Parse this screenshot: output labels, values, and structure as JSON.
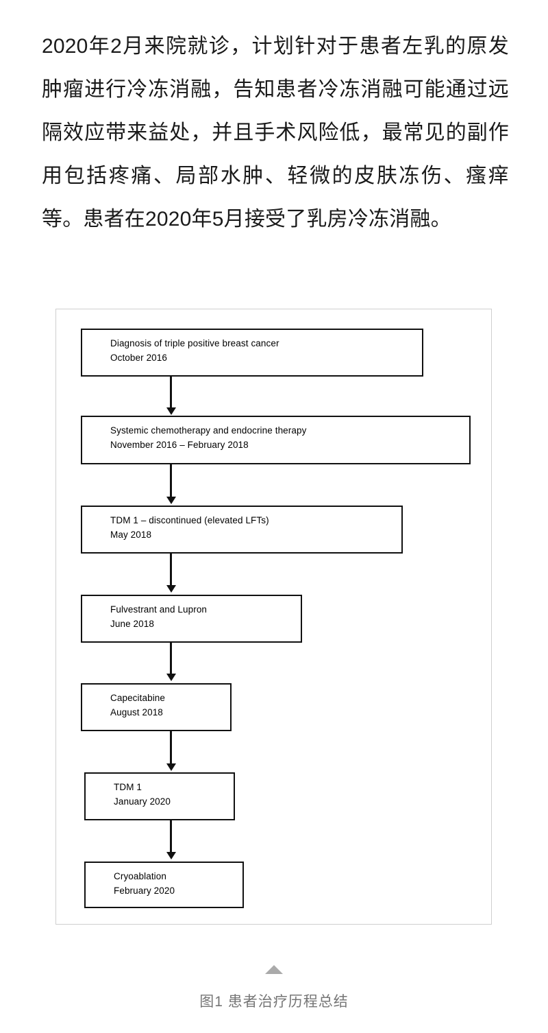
{
  "article": {
    "body_text": "2020年2月来院就诊，计划针对于患者左乳的原发肿瘤进行冷冻消融，告知患者冷冻消融可能通过远隔效应带来益处，并且手术风险低，最常见的副作用包括疼痛、局部水肿、轻微的皮肤冻伤、瘙痒等。患者在2020年5月接受了乳房冷冻消融。"
  },
  "figure": {
    "caption": "图1  患者治疗历程总结",
    "collapse_marker_icon": "triangle-up-icon",
    "border_color": "#cfcfcf",
    "box_border_color": "#111111",
    "arrow_color": "#111111",
    "caption_color": "#767676",
    "marker_color": "#aaaaaa"
  },
  "chart_data": {
    "type": "flowchart",
    "title": "图1  患者治疗历程总结",
    "orientation": "vertical-top-down",
    "nodes": [
      {
        "id": "node-1",
        "line1": "Diagnosis of triple positive breast cancer",
        "line2": "October 2016"
      },
      {
        "id": "node-2",
        "line1": "Systemic chemotherapy and endocrine therapy",
        "line2": "November 2016 – February 2018"
      },
      {
        "id": "node-3",
        "line1": "TDM 1 – discontinued (elevated LFTs)",
        "line2": "May 2018"
      },
      {
        "id": "node-4",
        "line1": "Fulvestrant and Lupron",
        "line2": "June 2018"
      },
      {
        "id": "node-5",
        "line1": "Capecitabine",
        "line2": "August 2018"
      },
      {
        "id": "node-6",
        "line1": "TDM 1",
        "line2": "January 2020"
      },
      {
        "id": "node-7",
        "line1": "Cryoablation",
        "line2": "February 2020"
      }
    ],
    "edges": [
      {
        "from": "node-1",
        "to": "node-2"
      },
      {
        "from": "node-2",
        "to": "node-3"
      },
      {
        "from": "node-3",
        "to": "node-4"
      },
      {
        "from": "node-4",
        "to": "node-5"
      },
      {
        "from": "node-5",
        "to": "node-6"
      },
      {
        "from": "node-6",
        "to": "node-7"
      }
    ]
  }
}
